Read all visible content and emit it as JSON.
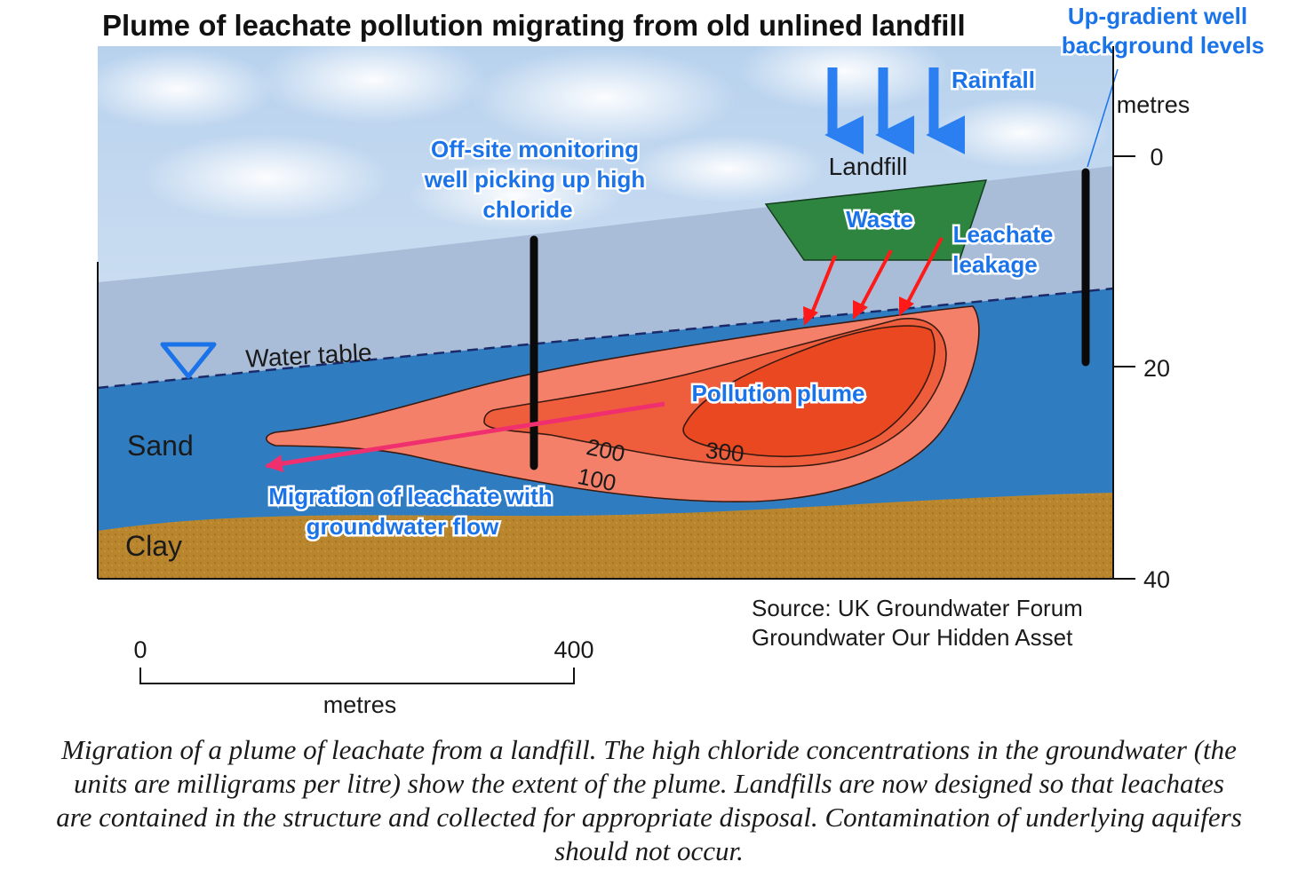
{
  "title": "Plume of leachate pollution migrating from old unlined landfill",
  "labels": {
    "upgradient_line1": "Up-gradient well",
    "upgradient_line2": "background levels",
    "rainfall": "Rainfall",
    "landfill": "Landfill",
    "waste": "Waste",
    "leachate_line1": "Leachate",
    "leachate_line2": "leakage",
    "offsite_line1": "Off-site monitoring",
    "offsite_line2": "well picking up high",
    "offsite_line3": "chloride",
    "water_table": "Water table",
    "sand": "Sand",
    "clay": "Clay",
    "pollution_plume": "Pollution plume",
    "migration_line1": "Migration of leachate with",
    "migration_line2": "groundwater flow"
  },
  "contours": {
    "c300": "300",
    "c200": "200",
    "c100": "100"
  },
  "depth_axis": {
    "unit": "metres",
    "ticks": [
      "0",
      "20",
      "40"
    ]
  },
  "scale_bar": {
    "start": "0",
    "end": "400",
    "unit": "metres"
  },
  "source": {
    "line1": "Source: UK Groundwater Forum",
    "line2": "Groundwater Our Hidden Asset"
  },
  "caption": "Migration of a plume of leachate from a landfill. The high chloride concentrations in the groundwater (the units are milligrams per litre) show the extent of the plume. Landfills are now designed so that leachates are contained in the structure and collected for appropriate disposal. Contamination of underlying aquifers should not occur.",
  "colors": {
    "sky": "#c9dcef",
    "unsaturated": "#a9bdd8",
    "saturated_sand": "#2f7dc0",
    "clay": "#b9862e",
    "waste": "#2e8540",
    "plume_100": "#f4806a",
    "plume_200": "#ee5e3d",
    "plume_300": "#ea4820",
    "label_blue": "#1a73e8",
    "rain_arrow": "#2b7ff0",
    "leak_arrow": "#ff1a1a",
    "migration_arrow": "#f0306e"
  }
}
